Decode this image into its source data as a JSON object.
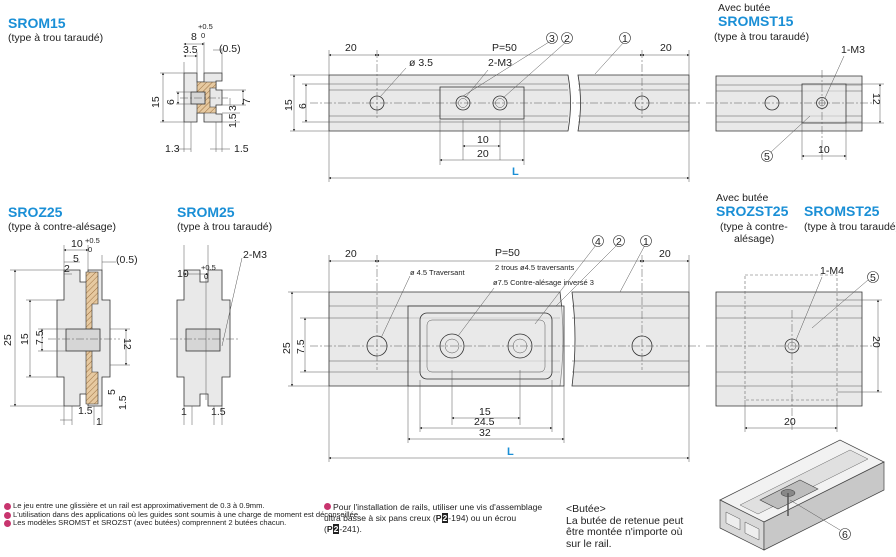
{
  "sections": {
    "srom15": {
      "title": "SROM15",
      "subtitle": "(type à trou taraudé)"
    },
    "sromst15": {
      "prefix": "Avec butée",
      "title": "SROMST15",
      "subtitle": "(type à trou taraudé)"
    },
    "sroz25": {
      "title": "SROZ25",
      "subtitle": "(type à contre-alésage)"
    },
    "srom25": {
      "title": "SROM25",
      "subtitle": "(type à trou taraudé)"
    },
    "srozst25": {
      "prefix": "Avec butée",
      "title": "SROZST25",
      "subtitle_1": "(type à contre-",
      "subtitle_2": "alésage)"
    },
    "sromst25": {
      "title": "SROMST25",
      "subtitle": "(type à trou taraudé)"
    }
  },
  "dims": {
    "d8": "8",
    "plus05": "+0.5",
    "zero": "0",
    "d3_5": "3.5",
    "d0_5p": "(0.5)",
    "d15": "15",
    "d6": "6",
    "d3": "3",
    "d7": "7",
    "d1_5": "1.5",
    "d1_3": "1.3",
    "d20": "20",
    "p50": "P=50",
    "phi35": "ø 3.5",
    "m3_2": "2-M3",
    "d10": "10",
    "L": "L",
    "m3_1": "1-M3",
    "d12": "12",
    "d5": "5",
    "d2": "2",
    "d25": "25",
    "d7_5": "7.5",
    "d1": "1",
    "phi45": "ø 4.5 Traversant",
    "holes45": "2 trous ø4.5 traversants",
    "cbore": "ø7.5 Contre-alésage inversé 3",
    "m4_1": "1-M4",
    "d24_5": "24.5",
    "d32": "32"
  },
  "balloons": {
    "b1": "1",
    "b2": "2",
    "b3": "3",
    "b4": "4",
    "b5": "5",
    "b6": "6"
  },
  "notes": {
    "left": [
      "Le jeu entre une glissière et un rail est approximativement de 0.3 à 0.9mm.",
      "L'utilisation dans des applications où les guides sont soumis à une charge de moment est déconseillée.",
      "Les modèles SROMST et SROZST (avec butées) comprennent 2 butées chacun."
    ],
    "middle": {
      "line1": "Pour l'installation de rails, utiliser une vis d'assemblage",
      "line2": "ultra basse à six pans creux (",
      "ref1": "P",
      "ref1b": "2",
      "ref1c": "-194) ou un écrou",
      "line3a": "(",
      "ref2": "P",
      "ref2b": "2",
      "ref2c": "-241)."
    },
    "butee": {
      "title": "<Butée>",
      "text": [
        "La butée de retenue peut",
        "être montée n'importe où",
        "sur le rail."
      ]
    }
  },
  "colors": {
    "accent": "#1a8fd6",
    "note_mark": "#c8356e"
  }
}
